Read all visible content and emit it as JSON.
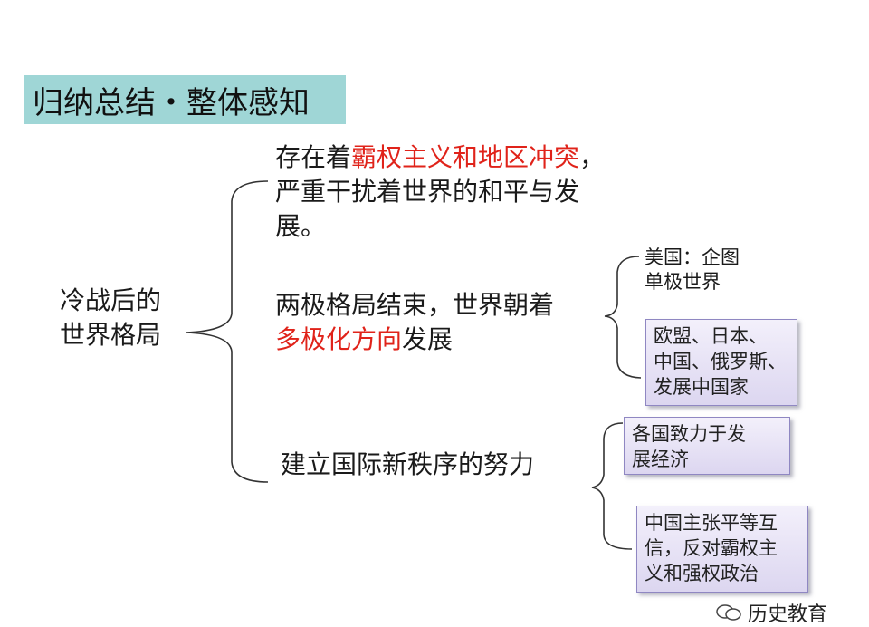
{
  "title": "归纳总结・整体感知",
  "root": "冷战后的\n世界格局",
  "branch1": {
    "pre": "存在着",
    "highlight": "霸权主义和地区冲突",
    "post": "，\n严重干扰着世界的和平与发\n展。"
  },
  "branch2": {
    "line1": "两极格局结束，世界朝着",
    "highlight": "多极化方向",
    "post": "发展",
    "sub_plain": "美国：企图\n单极世界",
    "sub_box": "欧盟、日本、\n中国、俄罗斯、\n发展中国家"
  },
  "branch3": {
    "label": "建立国际新秩序的努力",
    "sub_box1": "各国致力于发\n展经济",
    "sub_box2": "中国主张平等互\n信，反对霸权主\n义和强权政治"
  },
  "watermark": "历史教育",
  "colors": {
    "highlight": "#e0231a",
    "title_bg": "#9fd6d6",
    "box_border": "#8f87c2"
  }
}
